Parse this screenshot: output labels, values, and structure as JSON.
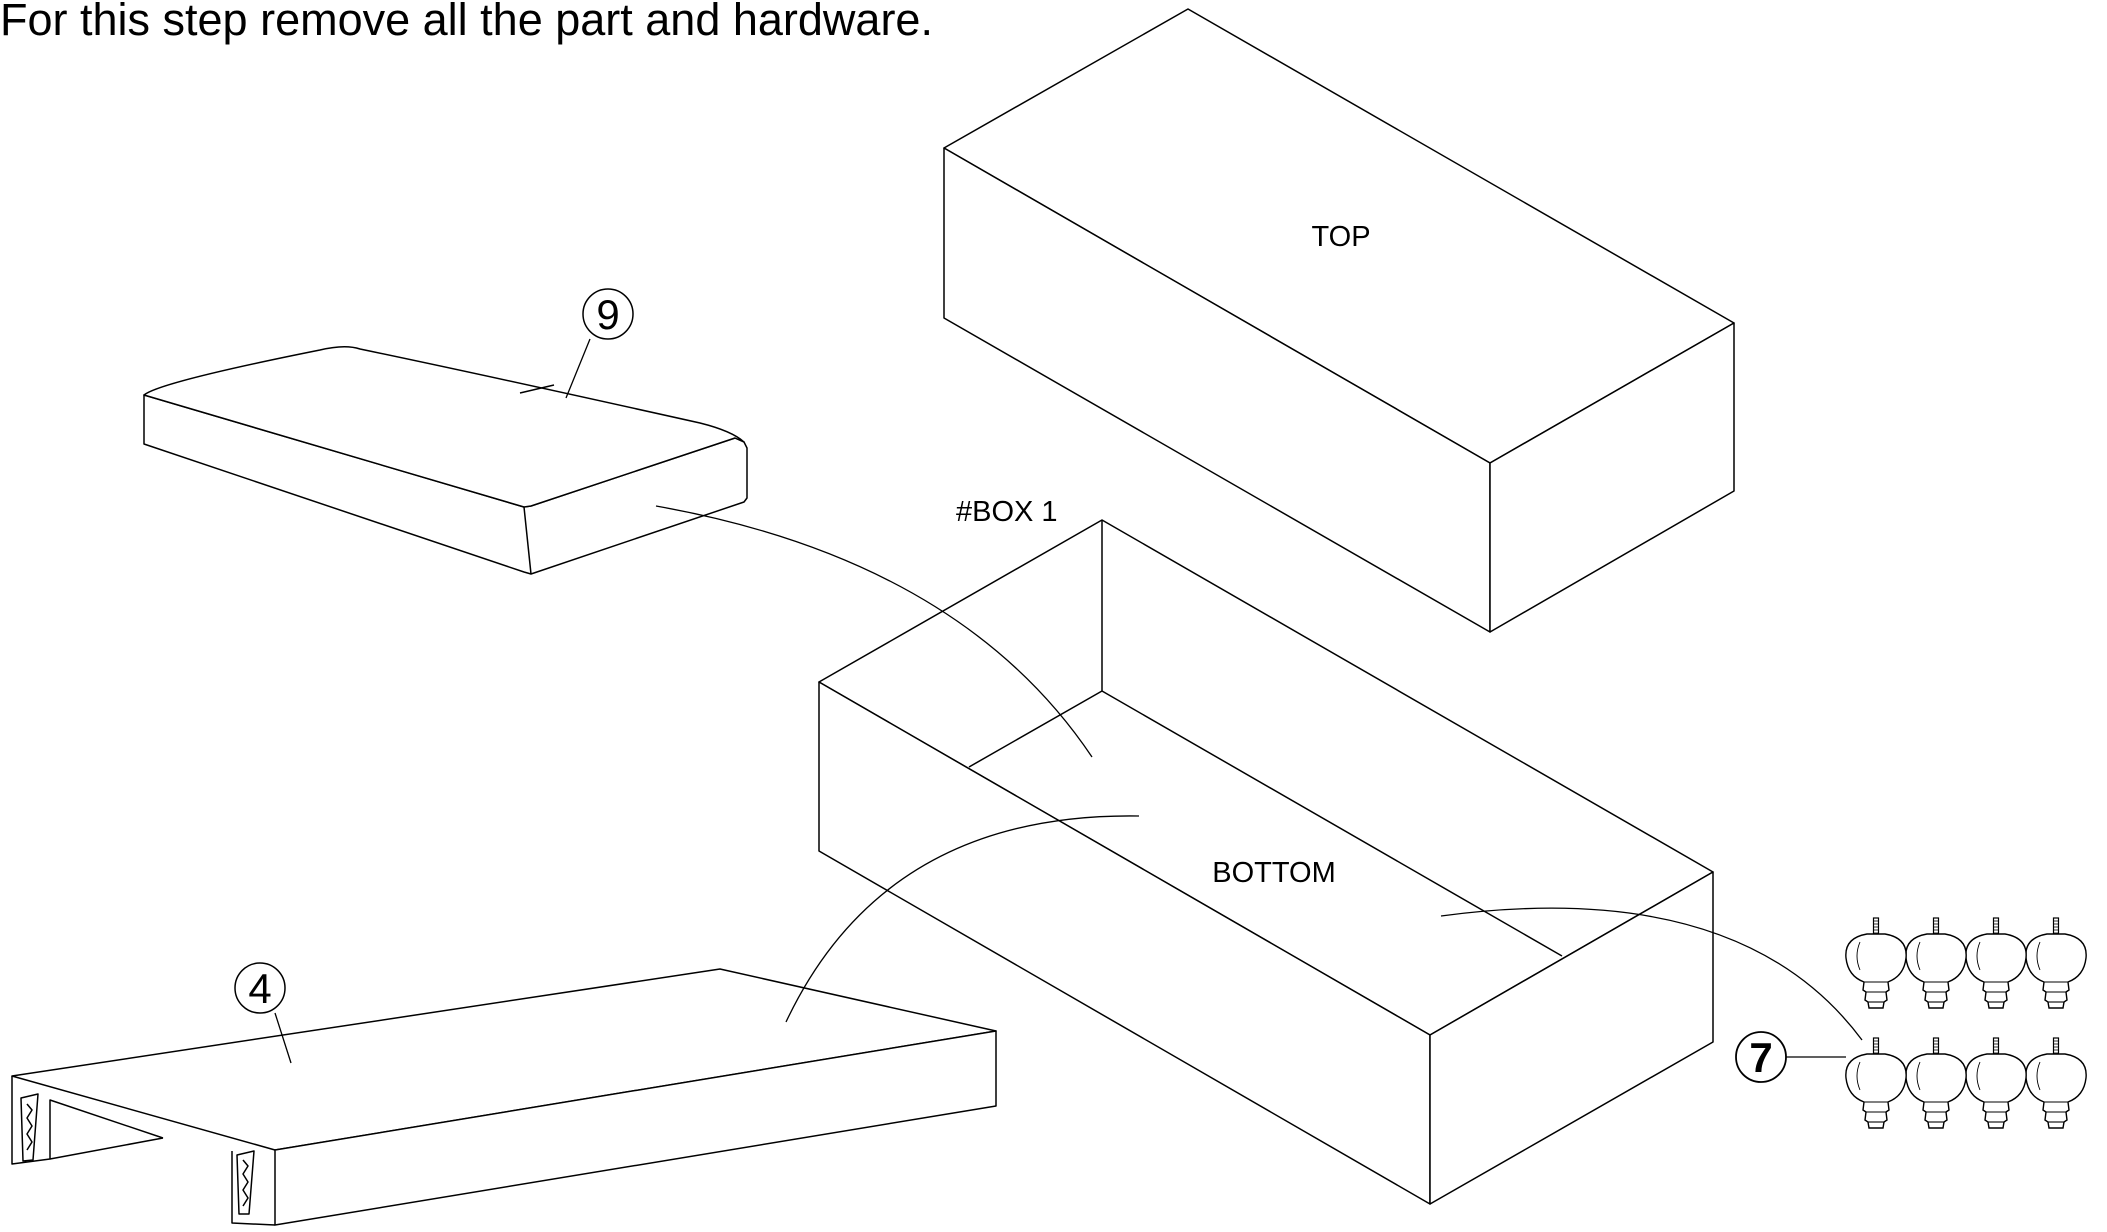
{
  "instruction": "For this step remove all the part and hardware.",
  "box": {
    "top_label": "TOP",
    "bottom_label": "BOTTOM",
    "box_label": "#BOX 1"
  },
  "parts": [
    {
      "id": "cushion",
      "callout": "9"
    },
    {
      "id": "seat-frame",
      "callout": "4"
    },
    {
      "id": "legs",
      "callout": "7",
      "quantity_shown": 8
    }
  ]
}
